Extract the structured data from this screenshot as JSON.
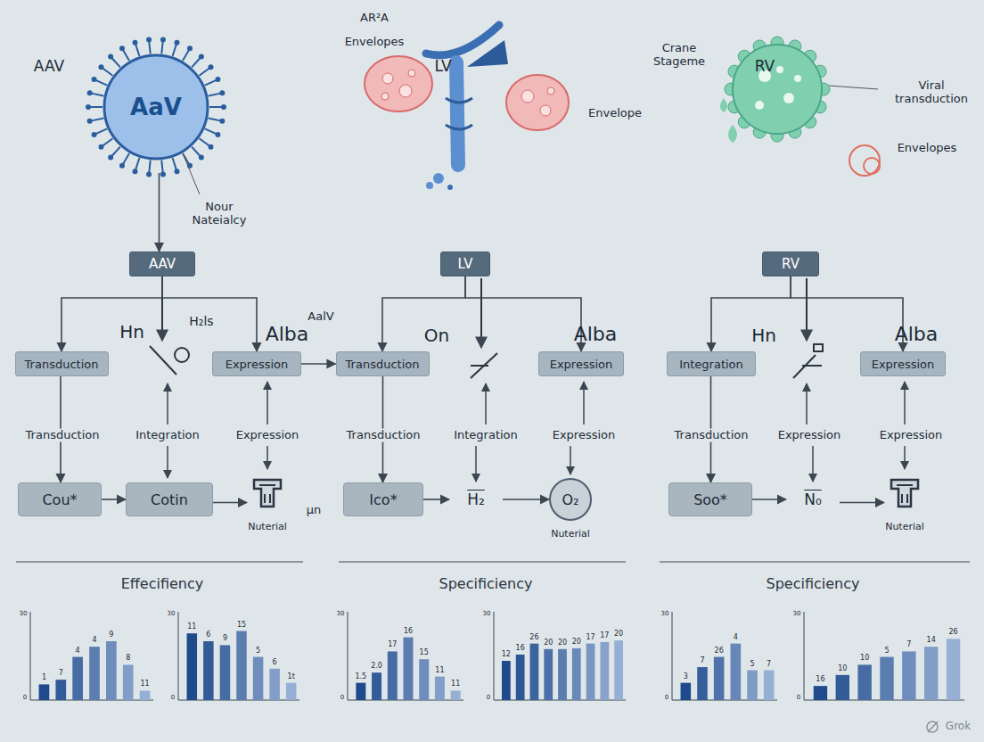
{
  "diagram": {
    "nodes": [
      {
        "text": [
          "AaV"
        ]
      },
      {
        "text": [
          "AAV"
        ]
      },
      {
        "text": [
          "LV"
        ]
      },
      {
        "text": [
          "RV"
        ]
      },
      {
        "text": [
          "Transduction"
        ]
      },
      {
        "text": [
          "Expression"
        ]
      },
      {
        "text": [
          "Transduction"
        ]
      },
      {
        "text": [
          "Expression"
        ]
      },
      {
        "text": [
          "Integration"
        ]
      },
      {
        "text": [
          "Expression"
        ]
      },
      {
        "text": [
          "Cou*"
        ]
      },
      {
        "text": [
          "Cotin"
        ]
      },
      {
        "text": [
          "Nuterial"
        ]
      },
      {
        "text": [
          "Ico*"
        ]
      },
      {
        "text": [
          "H₂"
        ]
      },
      {
        "text": [
          "O₂",
          "Nuterial"
        ]
      },
      {
        "text": [
          "Soo*"
        ]
      },
      {
        "text": [
          "N₀"
        ]
      },
      {
        "text": [
          "Nuterial"
        ]
      }
    ],
    "edges": [
      {
        "from": 0,
        "to": 1,
        "arrow": "to"
      },
      {
        "from": 1,
        "to": 4,
        "arrow": "to"
      },
      {
        "from": 1,
        "to": 5,
        "arrow": "to"
      },
      {
        "from": 2,
        "to": 6,
        "arrow": "to"
      },
      {
        "from": 2,
        "to": 7,
        "arrow": "to"
      },
      {
        "from": 3,
        "to": 8,
        "arrow": "to"
      },
      {
        "from": 3,
        "to": 9,
        "arrow": "to"
      },
      {
        "from": 5,
        "to": 6,
        "arrow": "to"
      },
      {
        "from": 4,
        "to": 10,
        "arrow": "to"
      },
      {
        "from": 10,
        "to": 11,
        "arrow": "to"
      },
      {
        "from": 11,
        "to": 12,
        "arrow": "to"
      },
      {
        "from": 6,
        "to": 13,
        "arrow": "to"
      },
      {
        "from": 13,
        "to": 14,
        "arrow": "to"
      },
      {
        "from": 14,
        "to": 15,
        "arrow": "to"
      },
      {
        "from": 8,
        "to": 16,
        "arrow": "to"
      },
      {
        "from": 16,
        "to": 17,
        "arrow": "to"
      },
      {
        "from": 17,
        "to": 18,
        "arrow": "to"
      }
    ],
    "labels": [
      "AAV",
      "LV",
      "RV",
      "Nour Nateialcy",
      "AR²A",
      "Envelopes",
      "Envelope",
      "Crane Stageme",
      "Viral transduction",
      "Envelopes",
      "Hn",
      "H₂ls",
      "Alba",
      "AalV",
      "On",
      "Alba",
      "Hn",
      "Alba",
      "Transduction",
      "Integration",
      "Expression",
      "Transduction",
      "Integration",
      "Expression",
      "Transduction",
      "Expression",
      "Expression",
      "µn",
      "Effecifiency",
      "Specificiency",
      "Specificiency",
      "1",
      "7",
      "4",
      "4",
      "9",
      "8",
      "11",
      "30",
      "0",
      "11",
      "6",
      "9",
      "15",
      "5",
      "6",
      "1t",
      "30",
      "0",
      "1.5",
      "2.0",
      "17",
      "16",
      "15",
      "11",
      "11",
      "30",
      "0",
      "12",
      "16",
      "26",
      "20",
      "20",
      "20",
      "17",
      "17",
      "20",
      "30",
      "0",
      "3",
      "7",
      "26",
      "4",
      "5",
      "7",
      "30",
      "0",
      "16",
      "10",
      "10",
      "5",
      "7",
      "14",
      "26",
      "30",
      "0",
      "Grok"
    ]
  }
}
